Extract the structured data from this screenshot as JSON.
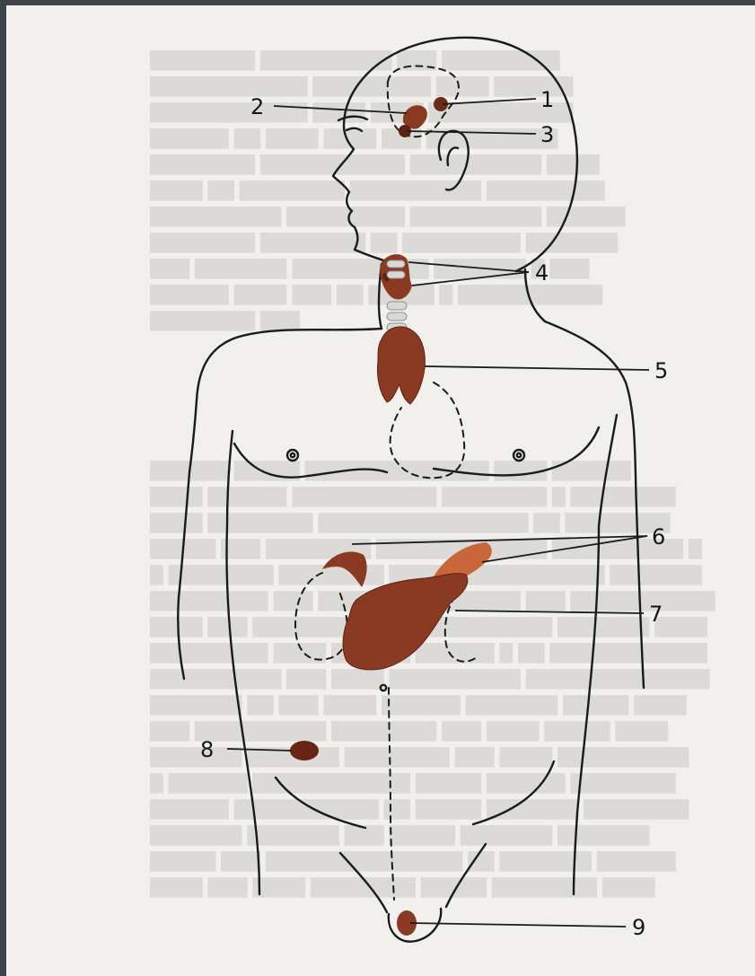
{
  "diagram": {
    "type": "anatomical-diagram",
    "colors": {
      "page_background": "#f2f0ec",
      "outline": "#1b1b1b",
      "gland_fill": "#8a3a22",
      "gland_dark": "#5c2314",
      "gland_highlight": "#d36a3f",
      "trachea_fill": "#d9d8d4"
    },
    "callouts": [
      {
        "id": "c1",
        "label": "1",
        "structure": "pineal-gland"
      },
      {
        "id": "c2",
        "label": "2",
        "structure": "hypothalamus"
      },
      {
        "id": "c3",
        "label": "3",
        "structure": "pituitary-gland"
      },
      {
        "id": "c4",
        "label": "4",
        "structure": "thyroid-and-parathyroid-glands"
      },
      {
        "id": "c5",
        "label": "5",
        "structure": "thymus"
      },
      {
        "id": "c6",
        "label": "6",
        "structure": "adrenal-glands"
      },
      {
        "id": "c7",
        "label": "7",
        "structure": "pancreas"
      },
      {
        "id": "c8",
        "label": "8",
        "structure": "ovary"
      },
      {
        "id": "c9",
        "label": "9",
        "structure": "testis"
      }
    ]
  }
}
